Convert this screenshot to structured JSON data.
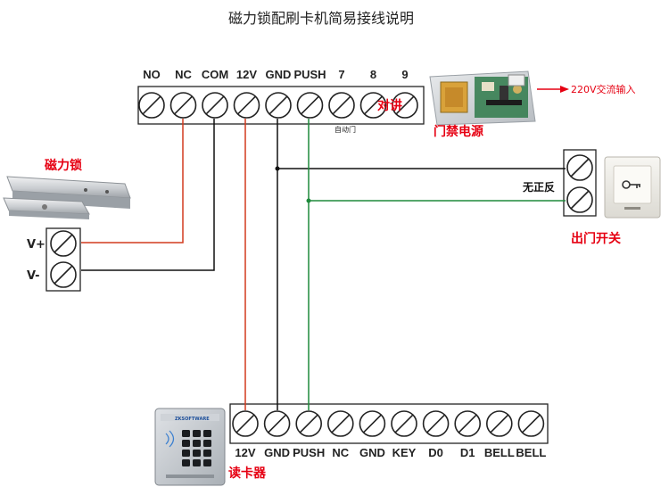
{
  "title": "磁力锁配刷卡机简易接线说明",
  "top_block": {
    "terminals": [
      "NO",
      "NC",
      "COM",
      "12V",
      "GND",
      "PUSH",
      "7",
      "8",
      "9"
    ],
    "sublabel_7": "自动门",
    "overlay_label": "对讲"
  },
  "power_supply": {
    "label": "门禁电源",
    "input_label": "220V交流输入"
  },
  "maglock": {
    "label": "磁力锁",
    "terminals": [
      "V+",
      "V-"
    ]
  },
  "exit_button": {
    "label": "出门开关",
    "polarity_label": "无正反"
  },
  "reader": {
    "label": "读卡器",
    "terminals": [
      "12V",
      "GND",
      "PUSH",
      "NC",
      "GND",
      "KEY",
      "D0",
      "D1",
      "BELL",
      "BELL"
    ],
    "device_caption": "ZKSOFTWARE"
  },
  "colors": {
    "wire_red": "#d23a1e",
    "wire_green": "#1f8a3c",
    "wire_black": "#111111",
    "accent_red": "#e60012"
  }
}
